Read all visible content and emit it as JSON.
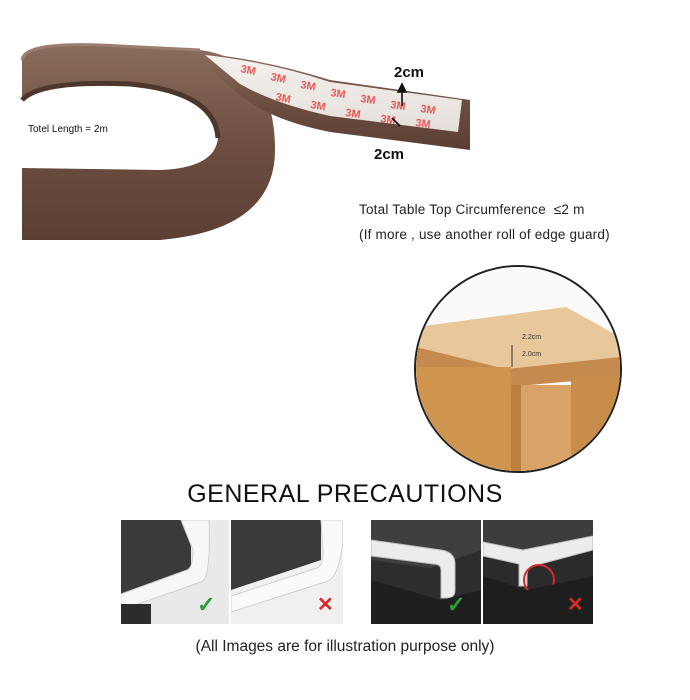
{
  "product_image": {
    "total_length_label": "Totel Length = 2m",
    "width_label": "2cm",
    "height_label": "2cm",
    "tape_text": "3M"
  },
  "spec_note": {
    "line1": "Total Table Top Circumference  ≤2 m",
    "line2": "(If more , use another roll of edge guard)"
  },
  "table_image": {
    "dim_top": "2.2cm",
    "dim_side": "2.0cm"
  },
  "precautions": {
    "title": "GENERAL PRECAUTIONS",
    "panels": [
      {
        "mark": "correct",
        "symbol": "✓",
        "color": "#2e9e3c"
      },
      {
        "mark": "wrong",
        "symbol": "✕",
        "color": "#d62b2b"
      },
      {
        "mark": "correct",
        "symbol": "✓",
        "color": "#2e9e3c"
      },
      {
        "mark": "wrong",
        "symbol": "✕",
        "color": "#d62b2b"
      }
    ]
  },
  "footer": {
    "disclaimer": "(All Images are for illustration purpose only)"
  }
}
